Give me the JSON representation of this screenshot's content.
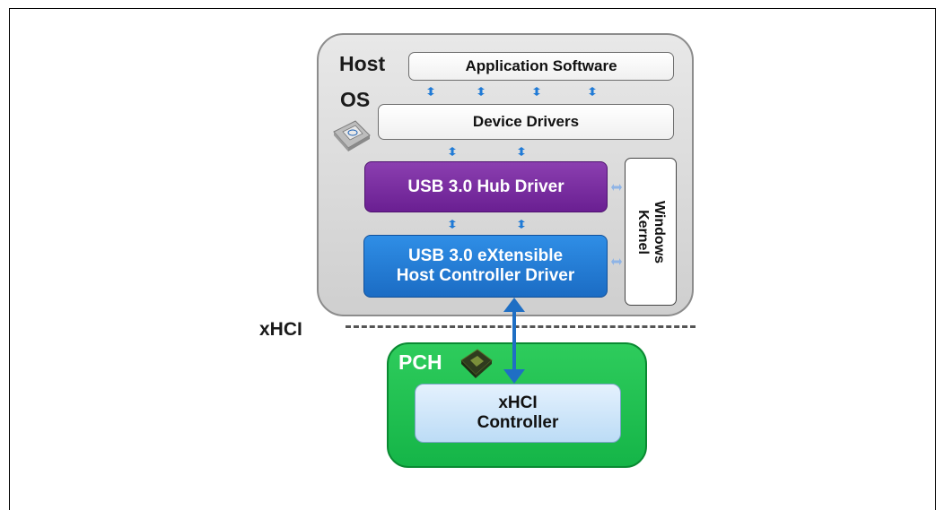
{
  "host": {
    "title_line1": "Host",
    "title_line2": "OS"
  },
  "boxes": {
    "application_software": "Application Software",
    "device_drivers": "Device Drivers",
    "hub_driver": "USB 3.0 Hub Driver",
    "xhc_driver_line1": "USB 3.0 eXtensible",
    "xhc_driver_line2": "Host Controller Driver",
    "windows_kernel_line1": "Windows",
    "windows_kernel_line2": "Kernel"
  },
  "interface_label": "xHCI",
  "pch": {
    "title": "PCH",
    "controller_line1": "xHCI",
    "controller_line2": "Controller"
  },
  "colors": {
    "purple": "#7a2fa3",
    "blue": "#1f7ad6",
    "green": "#1fbf4f",
    "gray": "#d6d6d6"
  },
  "icons": [
    "intel-cpu-chip-icon",
    "pch-chip-icon"
  ]
}
